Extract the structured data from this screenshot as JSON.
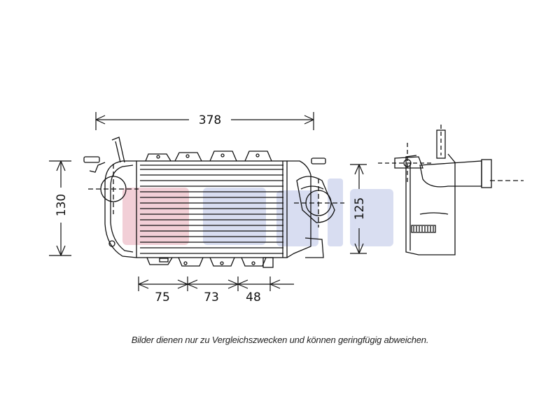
{
  "dimensions": {
    "overall_length": "378",
    "height_left": "130",
    "height_right": "125",
    "spacing_1": "75",
    "spacing_2": "73",
    "spacing_3": "48"
  },
  "watermark": "aks dasis",
  "caption": "Bilder dienen nur zu Vergleichszwecken und können geringfügig abweichen."
}
